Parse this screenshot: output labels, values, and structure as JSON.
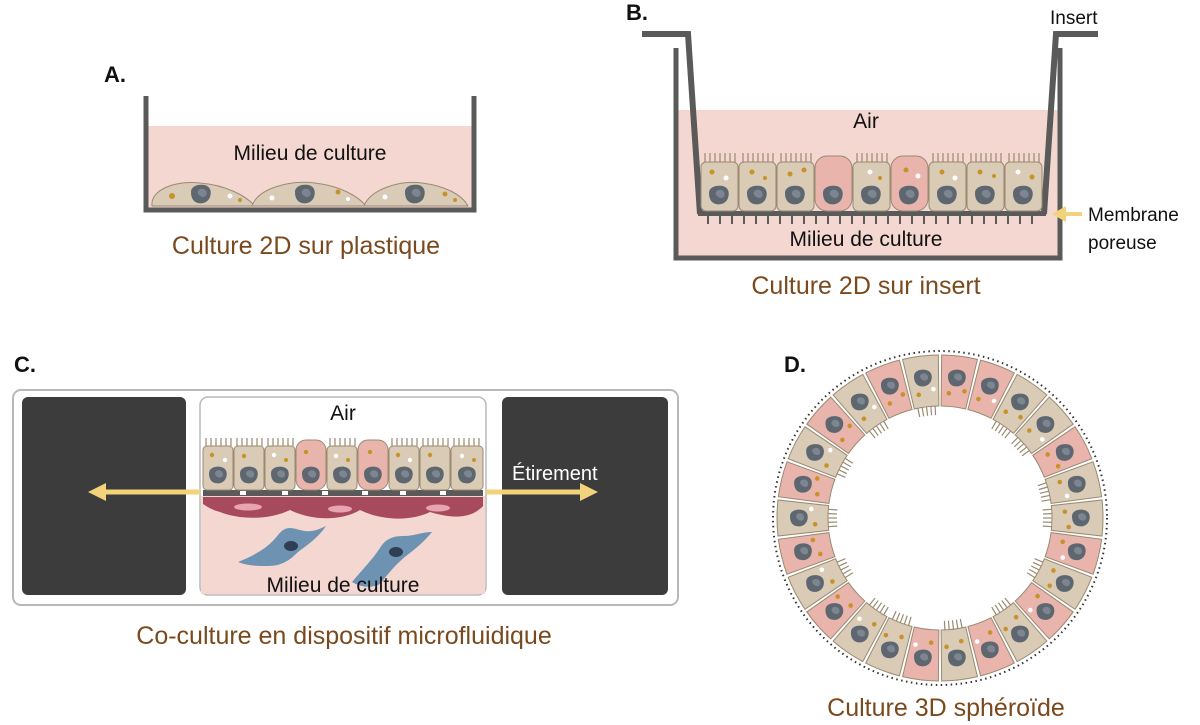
{
  "panels": {
    "a": {
      "letter": "A.",
      "medium_label": "Milieu de culture",
      "caption": "Culture 2D sur plastique"
    },
    "b": {
      "letter": "B.",
      "insert_label": "Insert",
      "air_label": "Air",
      "membrane_label_line1": "Membrane",
      "membrane_label_line2": "poreuse",
      "medium_label": "Milieu de culture",
      "caption": "Culture 2D sur insert"
    },
    "c": {
      "letter": "C.",
      "air_label": "Air",
      "stretch_label": "Étirement",
      "medium_label": "Milieu de culture",
      "caption": "Co-culture en dispositif microfluidique"
    },
    "d": {
      "letter": "D.",
      "caption": "Culture 3D sphéroïde"
    }
  },
  "colors": {
    "medium": "#f4d7d1",
    "cell_beige": "#d9cbb5",
    "cell_pink": "#e8b4ac",
    "nucleus": "#5e6670",
    "granule": "#c8922a",
    "wall": "#5a5a5a",
    "dark_block": "#3c3c3c",
    "arrow": "#f2d27a",
    "fibroblast_blue": "#6e93b2",
    "endothelial_red": "#a84a5e",
    "caption_brown": "#7a4a1e"
  }
}
